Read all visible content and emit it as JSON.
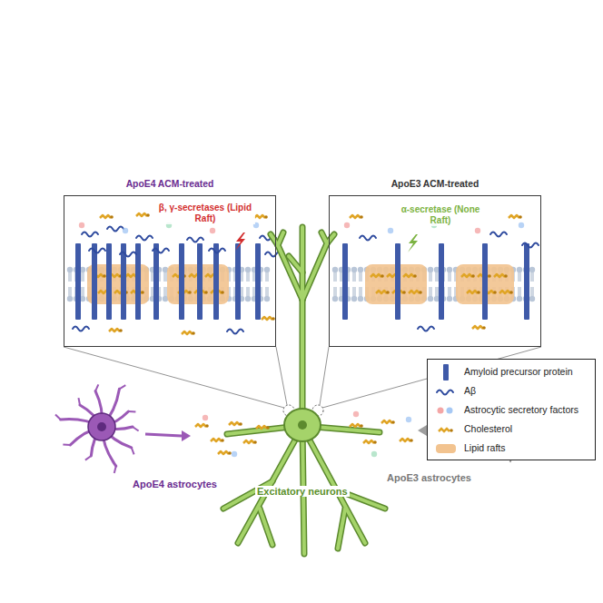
{
  "diagram": {
    "nodes": [
      {
        "text": [
          "ApoE4 ACM-treated",
          "β, γ-secretases (Lipid Raft)"
        ]
      },
      {
        "text": [
          "ApoE3 ACM-treated",
          "α-secretase (None Raft)"
        ]
      }
    ],
    "labels": [
      "ApoE4 astrocytes",
      "Excitatory neurons",
      "ApoE3 astrocytes"
    ],
    "legend": [
      {
        "text": "Amyloid precursor protein",
        "color": "#3f5aa8"
      },
      {
        "text": "Aβ"
      },
      {
        "text": "Astrocytic secretory factors"
      },
      {
        "text": "Cholesterol"
      },
      {
        "text": "Lipid rafts",
        "color": "#f2c38f"
      }
    ]
  }
}
